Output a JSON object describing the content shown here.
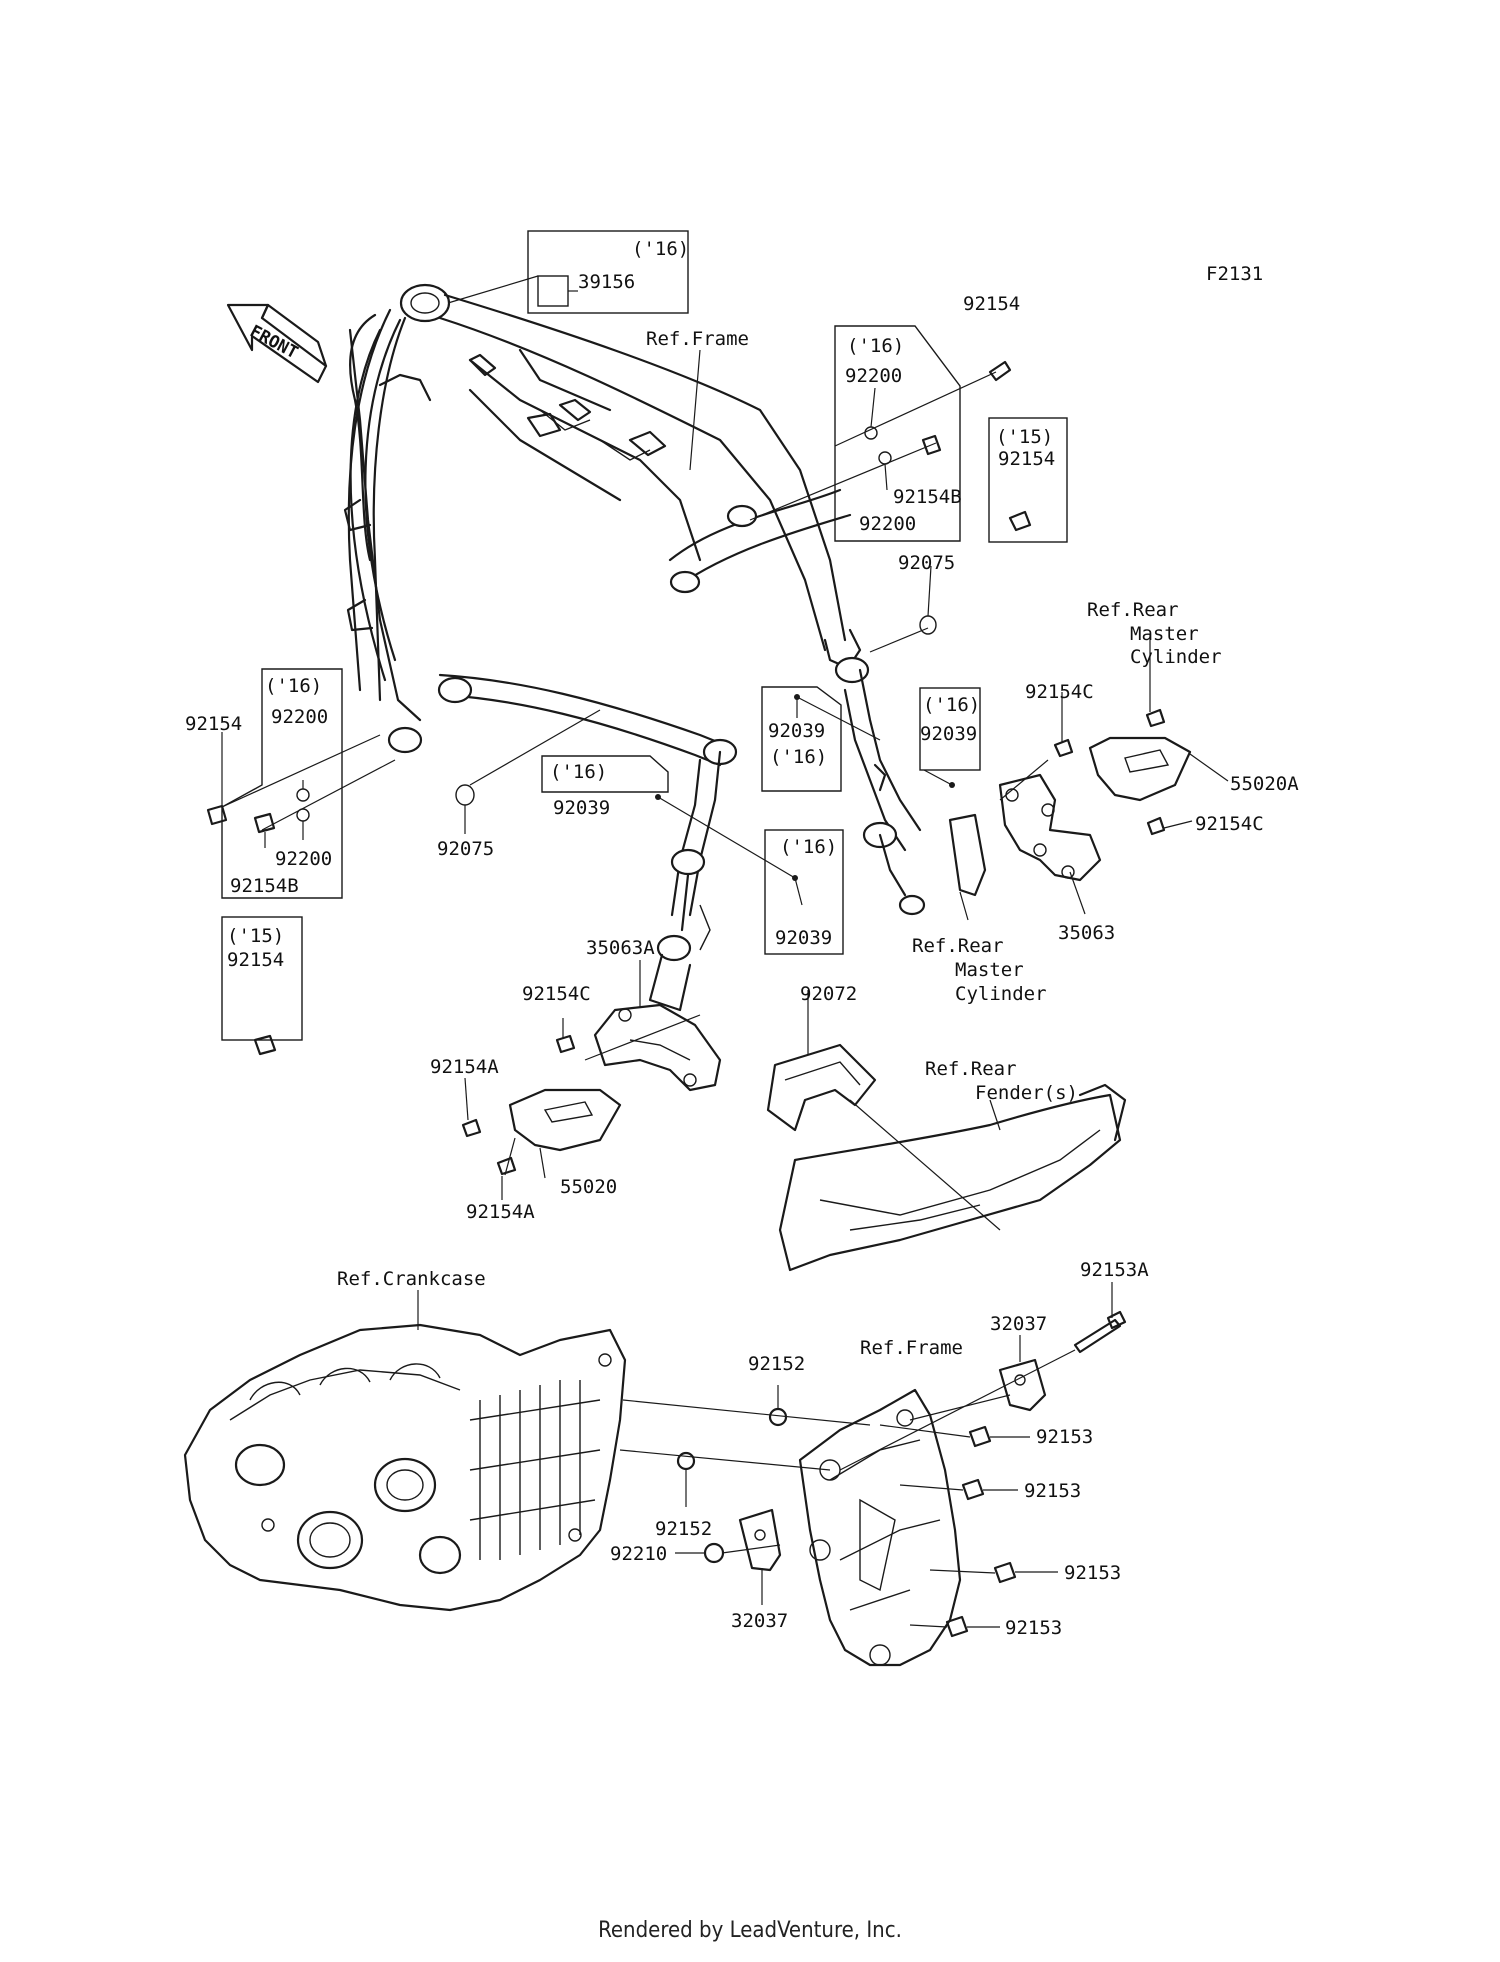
{
  "figure_code": "F2131",
  "front_label": "FRONT",
  "footer": "Rendered by LeadVenture, Inc.",
  "labels": {
    "l39156": "39156",
    "l16_a": "('16)",
    "refFrame1": "Ref.Frame",
    "l92154_top": "92154",
    "l16_b": "('16)",
    "l92200_b1": "92200",
    "l92154B_b": "92154B",
    "l92200_b2": "92200",
    "l15_c": "('15)",
    "l92154_c": "92154",
    "l92075_r": "92075",
    "refRearMC1_1": "Ref.Rear",
    "refRearMC1_2": "Master",
    "refRearMC1_3": "Cylinder",
    "l92154C_r1": "92154C",
    "l16_d": "('16)",
    "l92039_d": "92039",
    "l92039_e": "92039",
    "l16_e": "('16)",
    "l55020A": "55020A",
    "l92154C_r2": "92154C",
    "l35063": "35063",
    "refRearMC2_1": "Ref.Rear",
    "refRearMC2_2": "Master",
    "refRearMC2_3": "Cylinder",
    "l92154_left": "92154",
    "l16_f": "('16)",
    "l92200_f1": "92200",
    "l92200_f2": "92200",
    "l92154B_f": "92154B",
    "l15_g": "('15)",
    "l92154_g": "92154",
    "l92075_l": "92075",
    "l16_h": "('16)",
    "l92039_h": "92039",
    "l16_i": "('16)",
    "l92039_i": "92039",
    "l35063A": "35063A",
    "l92154C_l": "92154C",
    "l92072": "92072",
    "refRearFender_1": "Ref.Rear",
    "refRearFender_2": "Fender(s)",
    "l92154A_1": "92154A",
    "l55020": "55020",
    "l92154A_2": "92154A",
    "refCrankcase": "Ref.Crankcase",
    "l92153A": "92153A",
    "l32037_top": "32037",
    "refFrame2": "Ref.Frame",
    "l92152_1": "92152",
    "l92153_1": "92153",
    "l92153_2": "92153",
    "l92152_2": "92152",
    "l92210": "92210",
    "l92153_3": "92153",
    "l32037_bot": "32037",
    "l92153_4": "92153"
  }
}
